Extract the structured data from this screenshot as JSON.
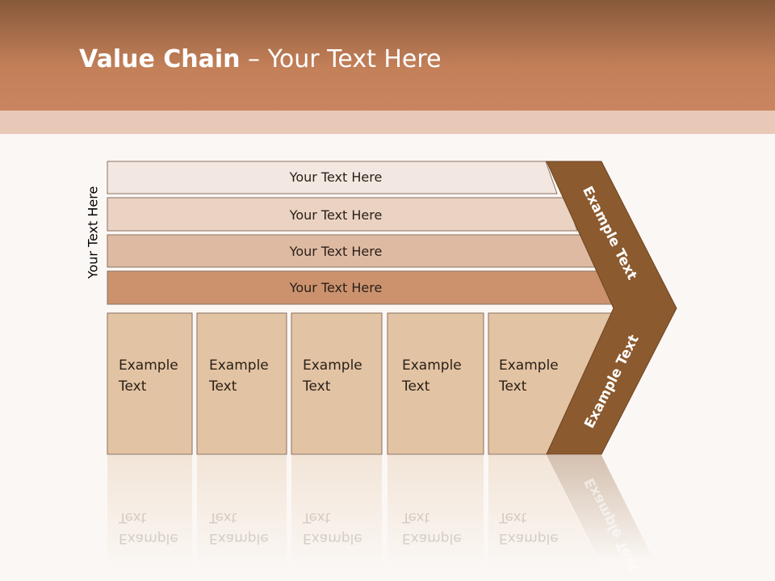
{
  "slide": {
    "title_bold": "Value Chain",
    "title_rest": " – Your Text Here",
    "side_label": "Your Text Here"
  },
  "rows": [
    {
      "label": "Your Text Here",
      "color": "#f3e7e1"
    },
    {
      "label": "Your Text Here",
      "color": "#ead3c3"
    },
    {
      "label": "Your Text Here",
      "color": "#dfbaa3"
    },
    {
      "label": "Your Text Here",
      "color": "#cc926e"
    }
  ],
  "cells": [
    {
      "label": "Example\nText"
    },
    {
      "label": "Example\nText"
    },
    {
      "label": "Example\nText"
    },
    {
      "label": "Example\nText"
    },
    {
      "label": "Example\nText"
    }
  ],
  "chevron": {
    "upper_label": "Example Text",
    "lower_label": "Example Text",
    "color": "#8b5a2e"
  },
  "colors": {
    "header": "#c27f58",
    "cell_fill": "#e2c3a3"
  }
}
